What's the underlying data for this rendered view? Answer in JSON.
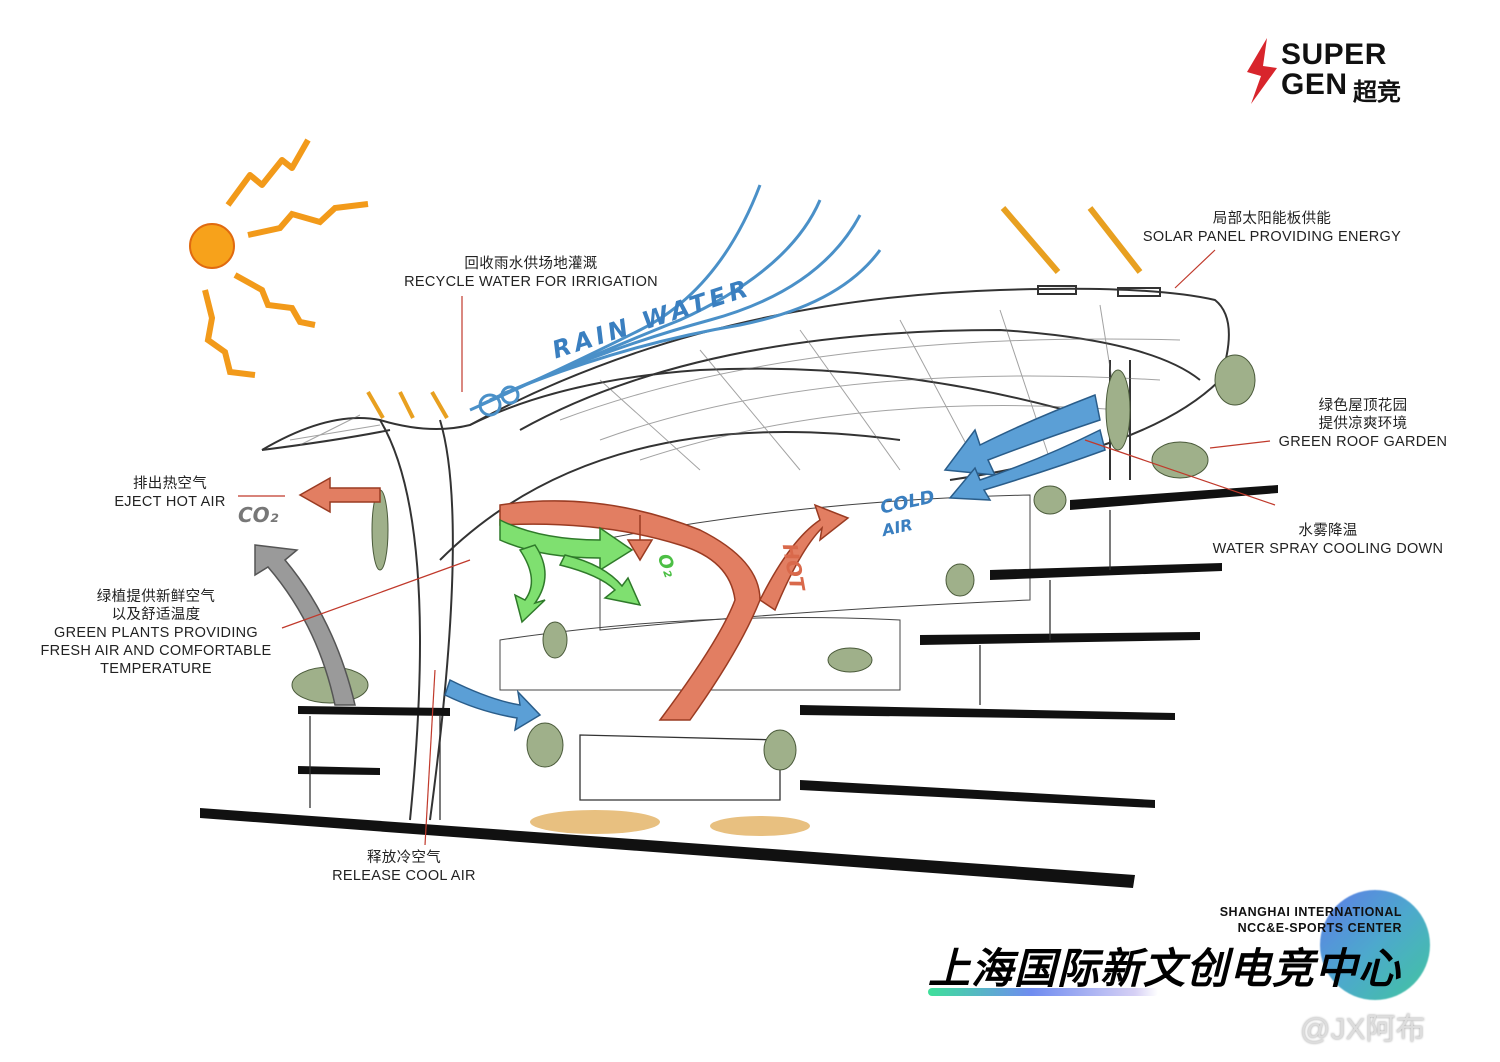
{
  "logo": {
    "line1": "SUPER",
    "line2": "GEN",
    "cn": "超竞"
  },
  "labels": {
    "solar": {
      "cn": "局部太阳能板供能",
      "en": "SOLAR PANEL PROVIDING ENERGY"
    },
    "rain": {
      "cn": "回收雨水供场地灌溉",
      "en": "RECYCLE WATER FOR IRRIGATION"
    },
    "roof_garden": {
      "cn1": "绿色屋顶花园",
      "cn2": "提供凉爽环境",
      "en": "GREEN ROOF GARDEN"
    },
    "spray": {
      "cn": "水雾降温",
      "en": "WATER SPRAY COOLING DOWN"
    },
    "eject": {
      "cn": "排出热空气",
      "en": "EJECT HOT AIR"
    },
    "plants": {
      "cn1": "绿植提供新鲜空气",
      "cn2": "以及舒适温度",
      "en1": "GREEN PLANTS PROVIDING",
      "en2": "FRESH AIR AND COMFORTABLE",
      "en3": "TEMPERATURE"
    },
    "cool": {
      "cn": "释放冷空气",
      "en": "RELEASE COOL AIR"
    }
  },
  "sketch_words": {
    "rain_water": "RAIN WATER",
    "cold": "COLD",
    "air": "AIR",
    "hot": "HOT",
    "co2": "CO₂",
    "o2": "O₂"
  },
  "title": {
    "en1": "SHANGHAI INTERNATIONAL",
    "en2": "NCC&E-SPORTS CENTER",
    "cn": "上海国际新文创电竞中心"
  },
  "watermark": "@JX阿布",
  "colors": {
    "sun": "#f5a020",
    "rain": "#4a90c8",
    "hot": "#e07a5f",
    "o2": "#6ed66a",
    "co2": "#999999",
    "leader": "#c0392b"
  }
}
